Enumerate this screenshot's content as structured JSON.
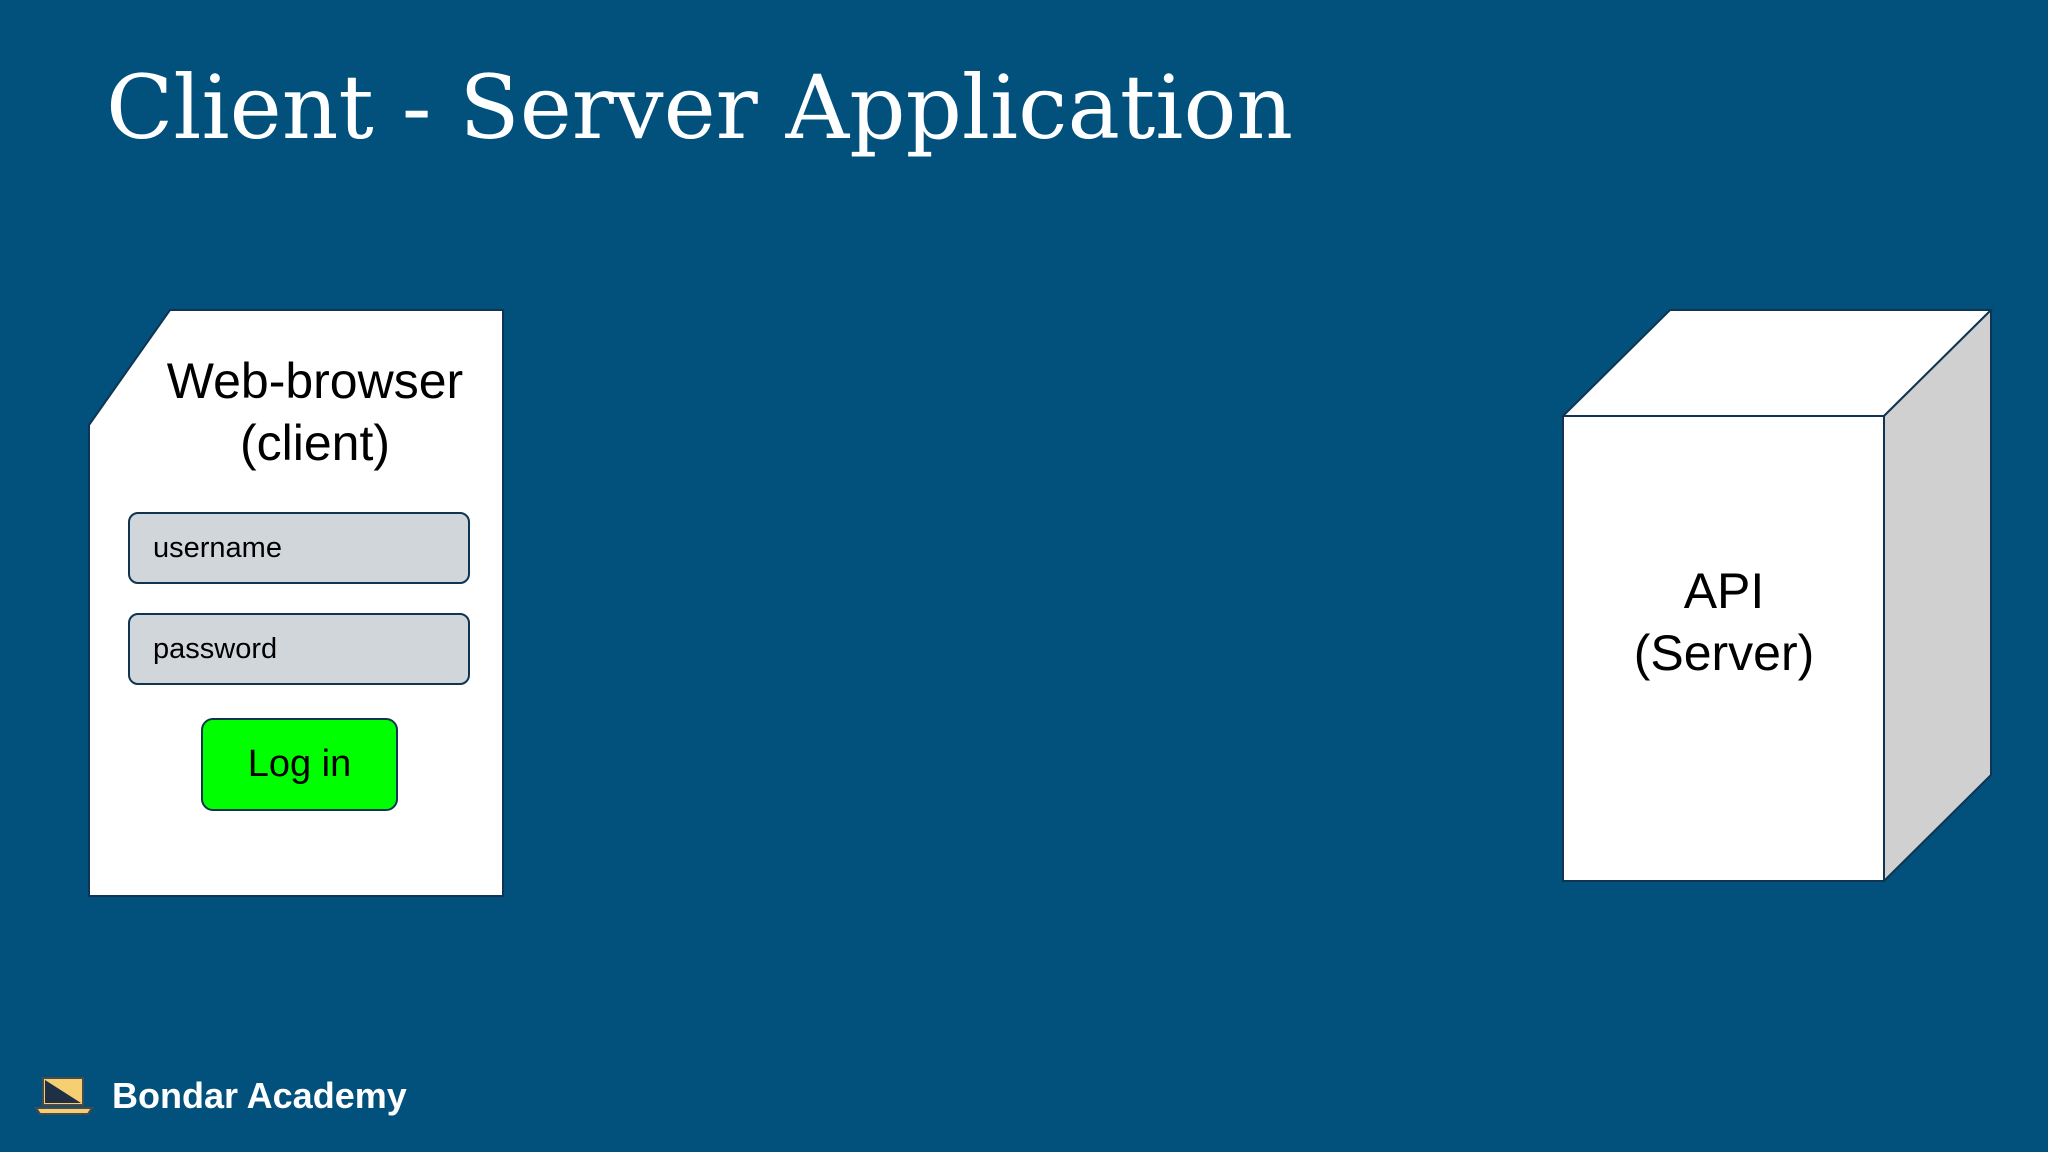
{
  "slide": {
    "title": "Client - Server Application"
  },
  "client": {
    "label_line1": "Web-browser",
    "label_line2": "(client)",
    "username_field": "username",
    "password_field": "password",
    "login_button": "Log in",
    "button_color": "#00ff00",
    "field_color": "#d1d6db"
  },
  "server": {
    "label_line1": "API",
    "label_line2": "(Server)",
    "front_color": "#ffffff",
    "side_color": "#d0d0d0"
  },
  "branding": {
    "name": "Bondar Academy",
    "icon": "laptop-icon"
  },
  "colors": {
    "background": "#02517d",
    "outline": "#0f3552"
  }
}
